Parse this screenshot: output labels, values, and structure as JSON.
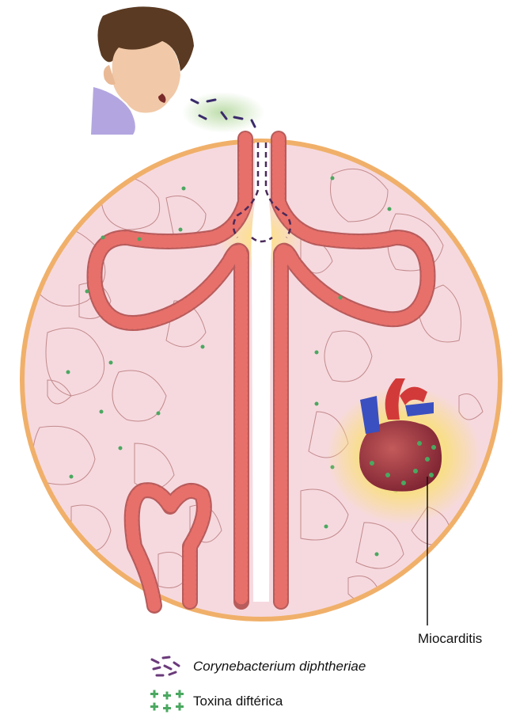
{
  "labels": {
    "miocarditis": "Miocarditis"
  },
  "legend": {
    "bacteria": "Corynebacterium diphtheriae",
    "toxin": "Toxina diftérica"
  },
  "colors": {
    "tissue": "#f6d9df",
    "capsule_border": "#f0b06a",
    "epithelium": "#e8706a",
    "cell_outline": "#b85c5c",
    "glow": "#f9df7a",
    "bacteria": "#6a3a7a",
    "toxin": "#4aa860"
  },
  "icons": [
    "man-head-icon",
    "heart-icon",
    "bacteria-icon",
    "toxin-icon"
  ]
}
